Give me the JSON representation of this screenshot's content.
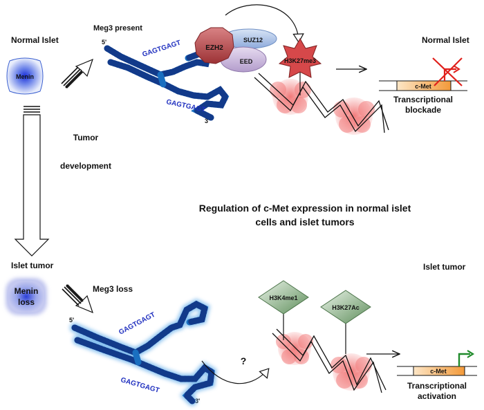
{
  "title_line1": "Regulation of c-Met expression in normal islet",
  "title_line2": "cells and islet tumors",
  "top": {
    "left_label": "Normal Islet",
    "cell_label": "Menin",
    "meg3_label": "Meg3 present",
    "five_prime": "5'",
    "three_prime": "3'",
    "seq_upper": "GAGTGAGT",
    "seq_lower": "GAGTGAGT",
    "ezh2": "EZH2",
    "suz12": "SUZ12",
    "eed": "EED",
    "mark": "H3K27me3",
    "right_label": "Normal Islet",
    "gene": "c-Met",
    "outcome_line1": "Transcriptional",
    "outcome_line2": "blockade"
  },
  "transition": {
    "line1": "Tumor",
    "line2": "development"
  },
  "bottom": {
    "left_label": "Islet tumor",
    "cell_label_line1": "Menin",
    "cell_label_line2": "loss",
    "meg3_label": "Meg3 loss",
    "five_prime": "5'",
    "three_prime": "3'",
    "seq_upper": "GAGTGAGT",
    "seq_lower": "GAGTGAGT",
    "question": "?",
    "mark1": "H3K4me1",
    "mark2": "H3K27Ac",
    "right_label": "Islet tumor",
    "gene": "c-Met",
    "outcome_line1": "Transcriptional",
    "outcome_line2": "activation"
  },
  "colors": {
    "rna": "#1a6fc0",
    "rna_dark": "#123a8a",
    "ezh2": "#b3474a",
    "suz12": "#a9c2e6",
    "eed": "#c8b3dc",
    "h3k27me3": "#d6484a",
    "h3k4me1": "#5e8f5c",
    "gene_box": "#f3a24b",
    "repress": "#e0201c",
    "activate": "#1f8a2a"
  }
}
